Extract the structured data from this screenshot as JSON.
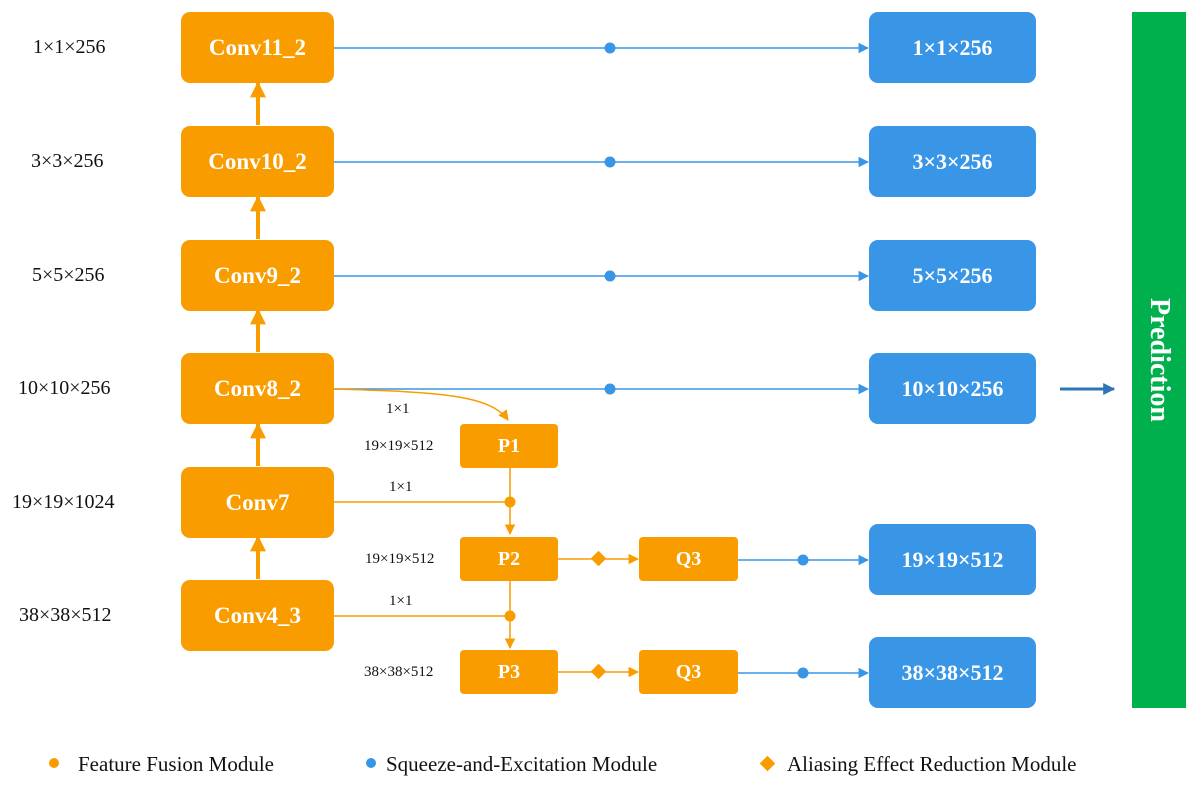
{
  "colors": {
    "orange": "#f99c00",
    "blue": "#3995e6",
    "green": "#00b04d"
  },
  "rows": [
    {
      "dim": "1×1×256",
      "conv": "Conv11_2",
      "out": "1×1×256"
    },
    {
      "dim": "3×3×256",
      "conv": "Conv10_2",
      "out": "3×3×256"
    },
    {
      "dim": "5×5×256",
      "conv": "Conv9_2",
      "out": "5×5×256"
    },
    {
      "dim": "10×10×256",
      "conv": "Conv8_2",
      "out": "10×10×256"
    },
    {
      "dim": "19×19×1024",
      "conv": "Conv7"
    },
    {
      "dim": "38×38×512",
      "conv": "Conv4_3"
    }
  ],
  "pyramid": [
    {
      "label": "P1",
      "dim": "19×19×512",
      "conn": "1×1"
    },
    {
      "label": "P2",
      "dim": "19×19×512",
      "conn": "1×1",
      "q": "Q3",
      "out": "19×19×512"
    },
    {
      "label": "P3",
      "dim": "38×38×512",
      "conn": "1×1",
      "q": "Q3",
      "out": "38×38×512"
    }
  ],
  "prediction": "Prediction",
  "legend": {
    "ffm": "Feature Fusion Module",
    "se": "Squeeze-and-Excitation Module",
    "aer": "Aliasing Effect Reduction Module"
  }
}
